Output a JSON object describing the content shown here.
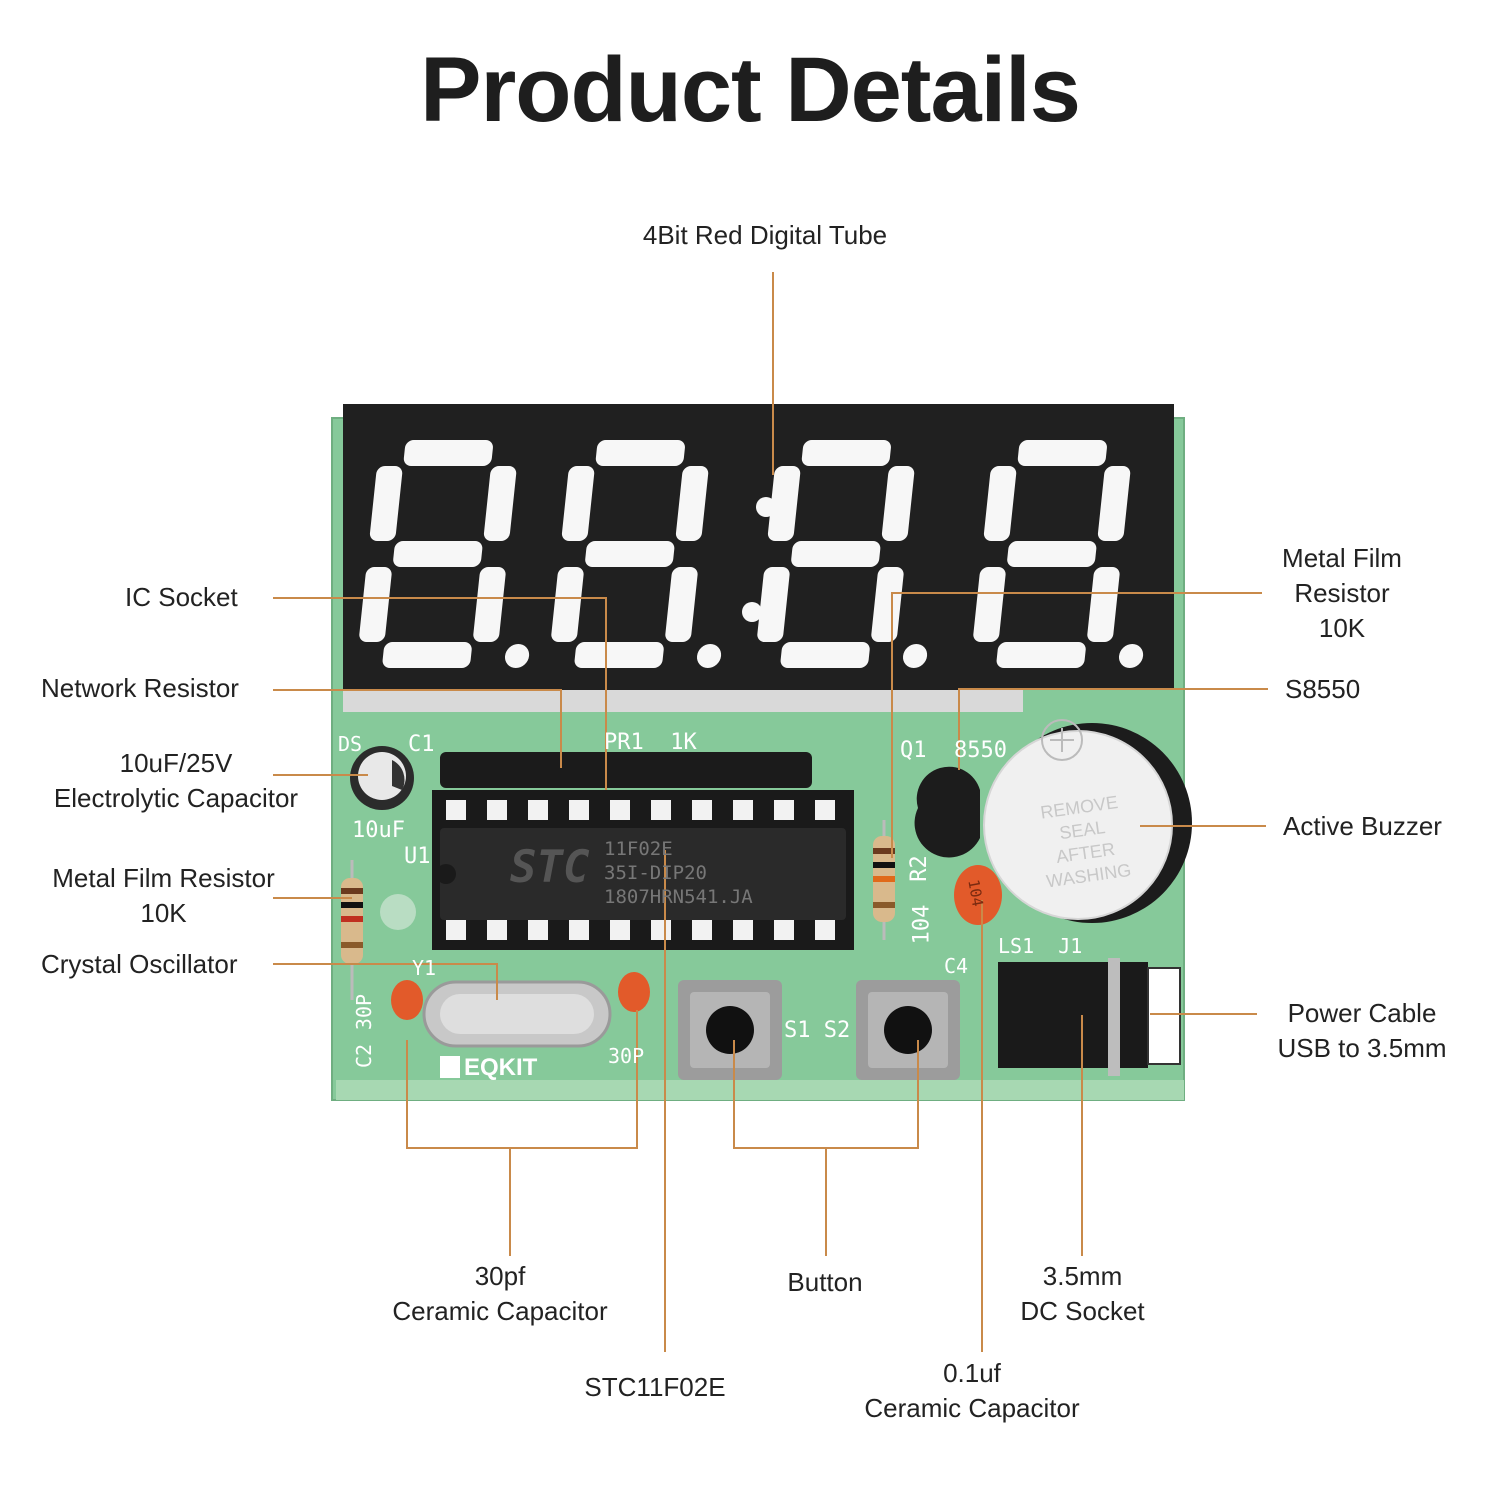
{
  "title": "Product Details",
  "labels": {
    "digital_tube": "4Bit Red Digital Tube",
    "ic_socket": "IC Socket",
    "network_resistor": "Network Resistor",
    "electrolytic_1": "10uF/25V",
    "electrolytic_2": "Electrolytic Capacitor",
    "mf_resistor_left_1": "Metal Film Resistor",
    "mf_resistor_left_2": "10K",
    "crystal": "Crystal Oscillator",
    "mf_resistor_right_1": "Metal Film",
    "mf_resistor_right_2": "Resistor",
    "mf_resistor_right_3": "10K",
    "transistor": "S8550",
    "buzzer": "Active Buzzer",
    "power_cable_1": "Power Cable",
    "power_cable_2": "USB to 3.5mm",
    "ceramic_30pf_1": "30pf",
    "ceramic_30pf_2": "Ceramic Capacitor",
    "button": "Button",
    "dc_socket_1": "3.5mm",
    "dc_socket_2": "DC Socket",
    "mcu": "STC11F02E",
    "ceramic_01uf_1": "0.1uf",
    "ceramic_01uf_2": "Ceramic Capacitor"
  },
  "board": {
    "chip_brand": "STC",
    "chip_line1": "11F02E",
    "chip_line2": "35I-DIP20",
    "chip_line3": "1807HRN541.JA",
    "logo": "EQKIT",
    "silk_pr1": "PR1  1K",
    "silk_q1": "Q1",
    "silk_8550": "8550",
    "silk_c1": "C1",
    "silk_ds": "DS",
    "silk_u1": "U1",
    "silk_10uf": "10uF",
    "silk_r2": "R2",
    "silk_104": "104",
    "silk_c4": "C4",
    "silk_ls1j1": "LS1  J1",
    "silk_y1": "Y1",
    "silk_30p_left": "30P",
    "silk_c2": "C2",
    "silk_30p_right": "30P",
    "silk_s1s2": "S1 S2",
    "buzzer_sticker_1": "REMOVE",
    "buzzer_sticker_2": "SEAL",
    "buzzer_sticker_3": "AFTER",
    "buzzer_sticker_4": "WASHING",
    "cap_marking": "104"
  },
  "colors": {
    "pcb": "#86c99a",
    "leader_line": "#c98a4a",
    "display": "#202020",
    "segment": "#f7f7f7"
  }
}
